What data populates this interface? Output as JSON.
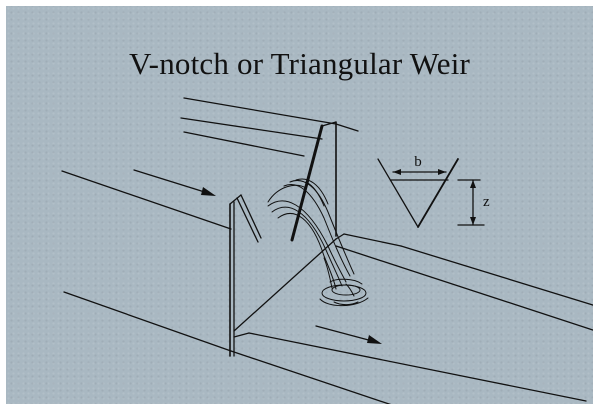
{
  "title": "V-notch or Triangular Weir",
  "inset": {
    "width_label": "b",
    "height_label": "z"
  },
  "colors": {
    "background": "#a9b8c2",
    "ink": "#111111"
  }
}
